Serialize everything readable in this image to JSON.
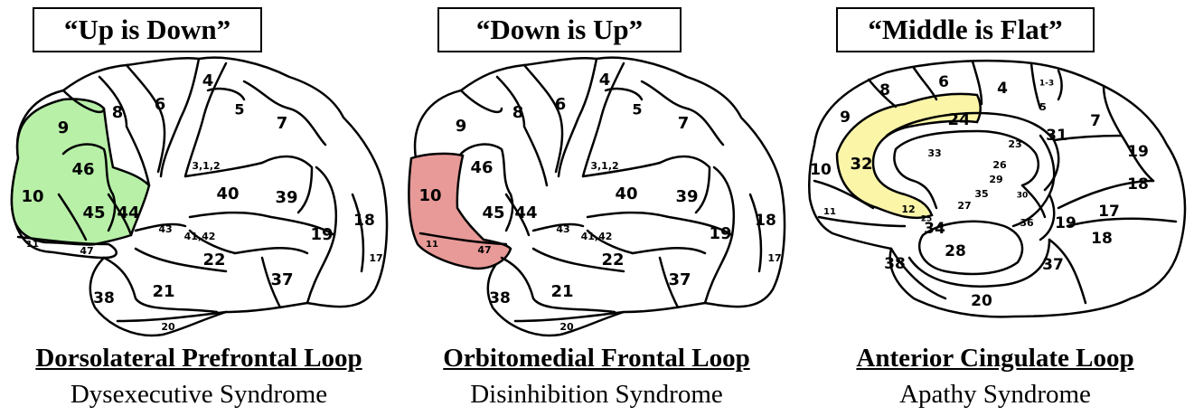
{
  "panels": [
    {
      "title": "“Up is Down”",
      "loop": "Dorsolateral Prefrontal Loop",
      "syndrome": "Dysexecutive Syndrome",
      "highlight_color": "#b8f0a8",
      "areas": [
        "9",
        "8",
        "6",
        "4",
        "5",
        "7",
        "46",
        "10",
        "45",
        "44",
        "3,1,2",
        "40",
        "39",
        "43",
        "41,42",
        "22",
        "19",
        "18",
        "17",
        "11",
        "47",
        "21",
        "37",
        "38",
        "20"
      ]
    },
    {
      "title": "“Down is Up”",
      "loop": "Orbitomedial Frontal Loop",
      "syndrome": "Disinhibition Syndrome",
      "highlight_color": "#e89a98",
      "areas": [
        "9",
        "8",
        "6",
        "4",
        "5",
        "7",
        "46",
        "10",
        "45",
        "44",
        "3,1,2",
        "40",
        "39",
        "43",
        "41,42",
        "22",
        "19",
        "18",
        "17",
        "11",
        "47",
        "21",
        "37",
        "38",
        "20"
      ]
    },
    {
      "title": "“Middle is Flat”",
      "loop": "Anterior Cingulate Loop",
      "syndrome": "Apathy Syndrome",
      "highlight_color": "#fbf5a8",
      "areas": [
        "8",
        "6",
        "4",
        "1-3",
        "5",
        "7",
        "9",
        "24",
        "31",
        "19",
        "10",
        "32",
        "33",
        "23",
        "26",
        "29",
        "18",
        "30",
        "35",
        "27",
        "11",
        "12",
        "25",
        "36",
        "17",
        "19",
        "34",
        "18",
        "28",
        "38",
        "37",
        "20"
      ]
    }
  ]
}
